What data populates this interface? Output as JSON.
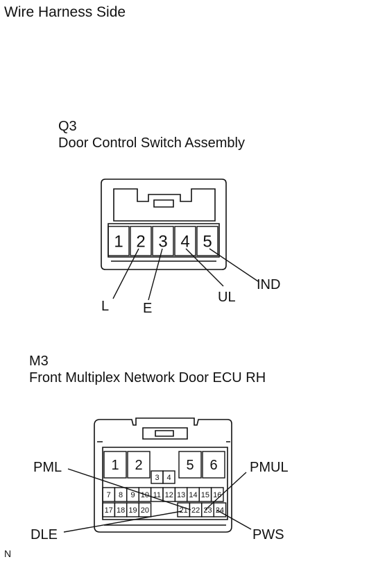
{
  "header": {
    "title": "Wire Harness Side"
  },
  "connector_q3": {
    "code": "Q3",
    "name": "Door Control Switch Assembly",
    "pins": [
      "1",
      "2",
      "3",
      "4",
      "5"
    ],
    "signals": [
      "L",
      "E",
      "UL",
      "IND"
    ]
  },
  "connector_m3": {
    "code": "M3",
    "name": "Front Multiplex Network Door ECU RH",
    "large_pins": [
      "1",
      "2",
      "5",
      "6"
    ],
    "pins_row_a": [
      "3",
      "4"
    ],
    "pins_row_b": [
      "7",
      "8",
      "9",
      "10",
      "11",
      "12",
      "13",
      "14",
      "15",
      "16"
    ],
    "pins_row_c": [
      "17",
      "18",
      "19",
      "20",
      "21",
      "22",
      "23",
      "24"
    ],
    "signals": [
      "PML",
      "PMUL",
      "DLE",
      "PWS"
    ]
  },
  "footer": {
    "code": "N"
  }
}
